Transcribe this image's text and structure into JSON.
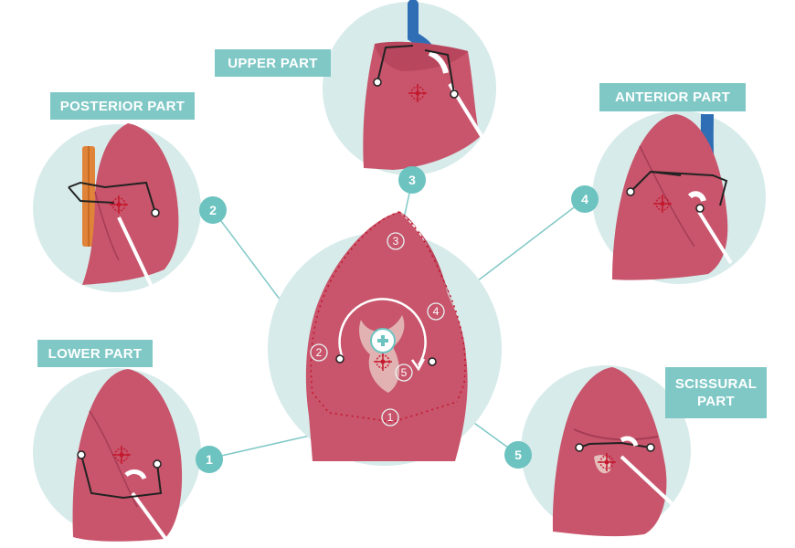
{
  "labels": {
    "upper": "UPPER PART",
    "posterior": "POSTERIOR PART",
    "anterior": "ANTERIOR PART",
    "lower": "LOWER PART",
    "scissural_line1": "SCISSURAL",
    "scissural_line2": "PART"
  },
  "markers": {
    "m1": "1",
    "m2": "2",
    "m3": "3",
    "m4": "4",
    "m5": "5"
  },
  "colors": {
    "circle_bg": "#d7ebea",
    "teal": "#6cc3c0",
    "lung": "#c8556c",
    "lung_dark": "#a53c55",
    "vessel_blue": "#2f6eb5",
    "target_red": "#c4182d"
  }
}
